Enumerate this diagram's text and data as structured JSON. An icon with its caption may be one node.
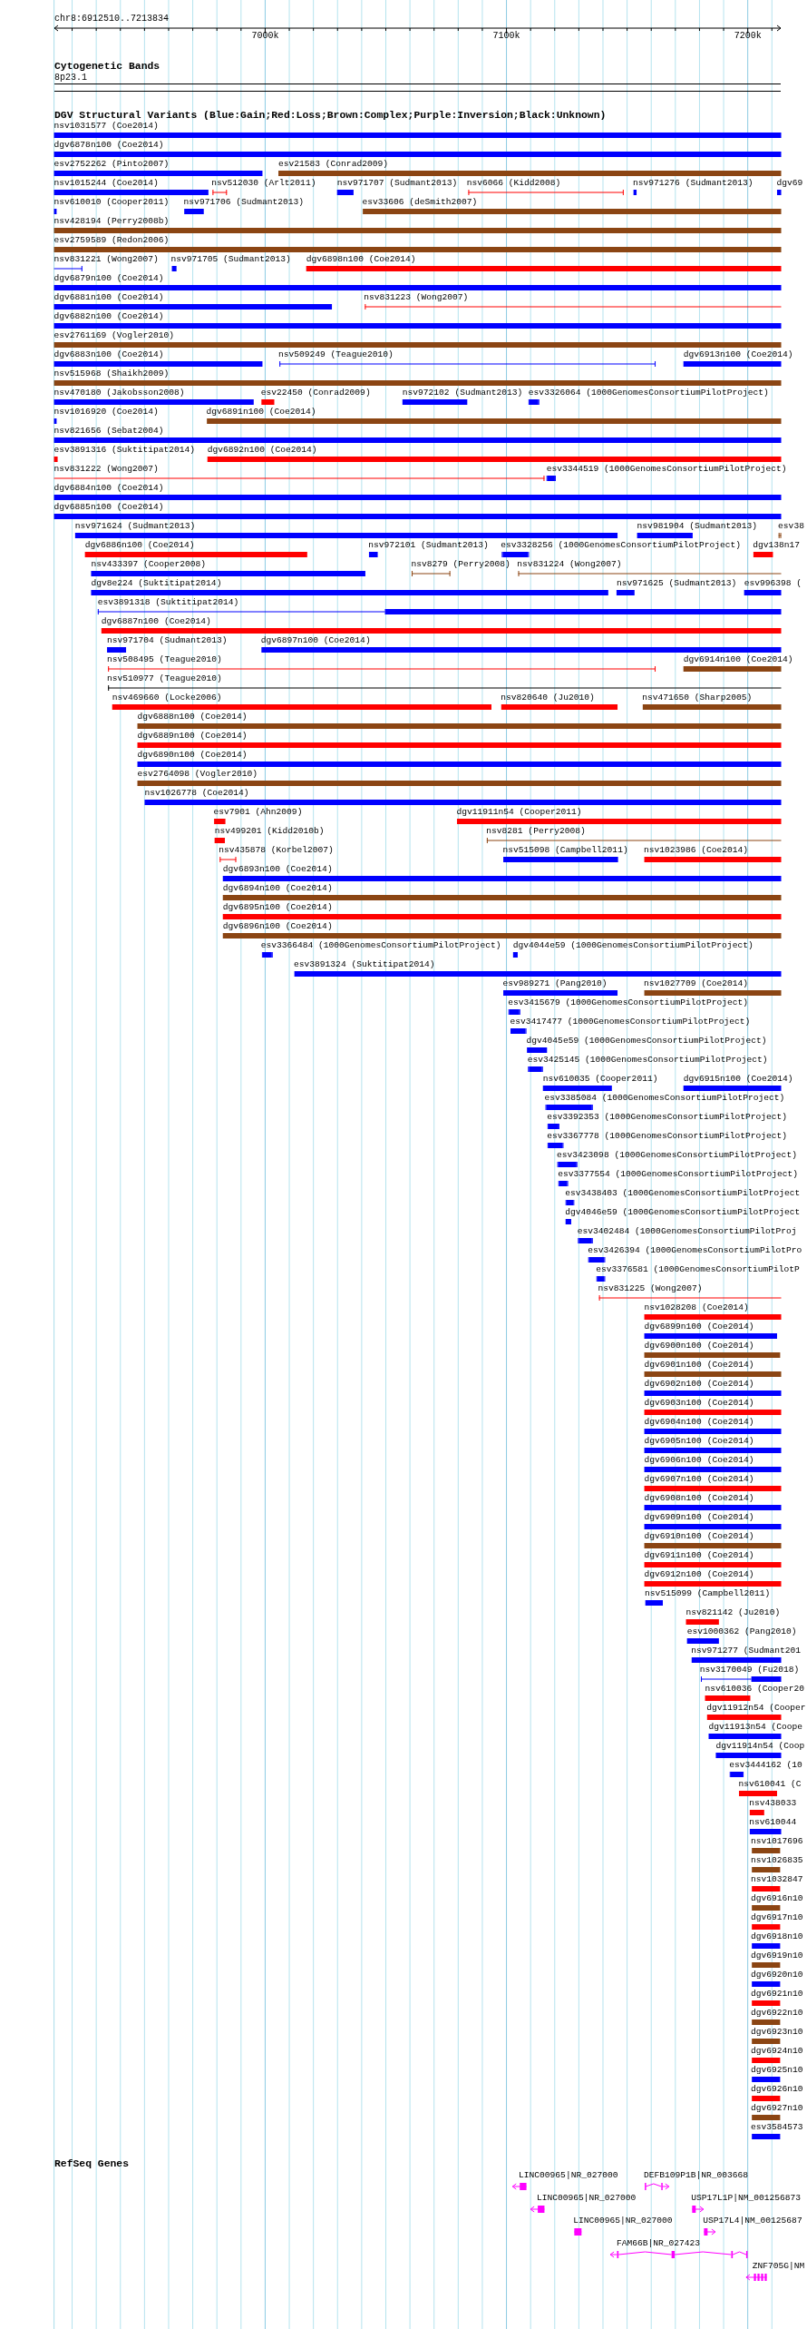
{
  "diagram": {
    "labels": [
      "chr8:6912510..7213834",
      "7000k",
      "7100k",
      "7200k",
      "Cytogenetic Bands",
      "8p23.1",
      "DGV Structural Variants (Blue:Gain;Red:Loss;Brown:Complex;Purple:Inversion;Black:Unknown)",
      "nsv1031577 (Coe2014)",
      "dgv6878n100 (Coe2014)",
      "esv2752262 (Pinto2007)",
      "esv21583 (Conrad2009)",
      "nsv1015244 (Coe2014)",
      "nsv512030 (Arlt2011)",
      "nsv971707 (Sudmant2013)",
      "nsv6066 (Kidd2008)",
      "nsv971276 (Sudmant2013)",
      "dgv69",
      "nsv610010 (Cooper2011)",
      "nsv971706 (Sudmant2013)",
      "esv33606 (deSmith2007)",
      "nsv428194 (Perry2008b)",
      "esv2759589 (Redon2006)",
      "nsv831221 (Wong2007)",
      "nsv971705 (Sudmant2013)",
      "dgv6898n100 (Coe2014)",
      "dgv6879n100 (Coe2014)",
      "dgv6881n100 (Coe2014)",
      "nsv831223 (Wong2007)",
      "dgv6882n100 (Coe2014)",
      "esv2761169 (Vogler2010)",
      "dgv6883n100 (Coe2014)",
      "nsv509249 (Teague2010)",
      "dgv6913n100 (Coe2014)",
      "nsv515968 (Shaikh2009)",
      "nsv470180 (Jakobsson2008)",
      "esv22450 (Conrad2009)",
      "nsv972102 (Sudmant2013)",
      "esv3326064 (1000GenomesConsortiumPilotProject)",
      "nsv1016920 (Coe2014)",
      "dgv6891n100 (Coe2014)",
      "nsv821656 (Sebat2004)",
      "esv3891316 (Suktitipat2014)",
      "dgv6892n100 (Coe2014)",
      "nsv831222 (Wong2007)",
      "esv3344519 (1000GenomesConsortiumPilotProject)",
      "dgv6884n100 (Coe2014)",
      "dgv6885n100 (Coe2014)",
      "nsv971624 (Sudmant2013)",
      "nsv981904 (Sudmant2013)",
      "esv38",
      "dgv6886n100 (Coe2014)",
      "nsv972101 (Sudmant2013)",
      "esv3328256 (1000GenomesConsortiumPilotProject)",
      "dgv138n17",
      "nsv433397 (Cooper2008)",
      "nsv8279 (Perry2008)",
      "nsv831224 (Wong2007)",
      "dgv8e224 (Suktitipat2014)",
      "nsv971625 (Sudmant2013)",
      "esv996398 (",
      "esv3891318 (Suktitipat2014)",
      "dgv6887n100 (Coe2014)",
      "nsv971704 (Sudmant2013)",
      "dgv6897n100 (Coe2014)",
      "nsv508495 (Teague2010)",
      "dgv6914n100 (Coe2014)",
      "nsv510977 (Teague2010)",
      "nsv469660 (Locke2006)",
      "nsv820640 (Ju2010)",
      "nsv471650 (Sharp2005)",
      "dgv6888n100 (Coe2014)",
      "dgv6889n100 (Coe2014)",
      "dgv6890n100 (Coe2014)",
      "esv2764098 (Vogler2010)",
      "nsv1026778 (Coe2014)",
      "esv7901 (Ahn2009)",
      "dgv11911n54 (Cooper2011)",
      "nsv499201 (Kidd2010b)",
      "nsv8281 (Perry2008)",
      "nsv435878 (Korbel2007)",
      "nsv515098 (Campbell2011)",
      "nsv1023986 (Coe2014)",
      "dgv6893n100 (Coe2014)",
      "dgv6894n100 (Coe2014)",
      "dgv6895n100 (Coe2014)",
      "dgv6896n100 (Coe2014)",
      "esv3366484 (1000GenomesConsortiumPilotProject)",
      "dgv4044e59 (1000GenomesConsortiumPilotProject)",
      "esv3891324 (Suktitipat2014)",
      "esv989271 (Pang2010)",
      "nsv1027709 (Coe2014)",
      "esv3415679 (1000GenomesConsortiumPilotProject)",
      "esv3417477 (1000GenomesConsortiumPilotProject)",
      "dgv4045e59 (1000GenomesConsortiumPilotProject)",
      "esv3425145 (1000GenomesConsortiumPilotProject)",
      "nsv610035 (Cooper2011)",
      "dgv6915n100 (Coe2014)",
      "esv3385084 (1000GenomesConsortiumPilotProject)",
      "esv3392353 (1000GenomesConsortiumPilotProject)",
      "esv3367778 (1000GenomesConsortiumPilotProject)",
      "esv3423098 (1000GenomesConsortiumPilotProject)",
      "esv3377554 (1000GenomesConsortiumPilotProject)",
      "esv3438403 (1000GenomesConsortiumPilotProject",
      "dgv4046e59 (1000GenomesConsortiumPilotProject",
      "esv3402484 (1000GenomesConsortiumPilotProj",
      "esv3426394 (1000GenomesConsortiumPilotPro",
      "esv3376581 (1000GenomesConsortiumPilotP",
      "nsv831225 (Wong2007)",
      "nsv1028208 (Coe2014)",
      "dgv6899n100 (Coe2014)",
      "dgv6900n100 (Coe2014)",
      "dgv6901n100 (Coe2014)",
      "dgv6902n100 (Coe2014)",
      "dgv6903n100 (Coe2014)",
      "dgv6904n100 (Coe2014)",
      "dgv6905n100 (Coe2014)",
      "dgv6906n100 (Coe2014)",
      "dgv6907n100 (Coe2014)",
      "dgv6908n100 (Coe2014)",
      "dgv6909n100 (Coe2014)",
      "dgv6910n100 (Coe2014)",
      "dgv6911n100 (Coe2014)",
      "dgv6912n100 (Coe2014)",
      "nsv515099 (Campbell2011)",
      "nsv821142 (Ju2010)",
      "esv1000362 (Pang2010)",
      "nsv971277 (Sudmant201",
      "nsv3170049 (Fu2018)",
      "nsv610036 (Cooper20",
      "dgv11912n54 (Cooper",
      "dgv11913n54 (Coope",
      "dgv11914n54 (Coop",
      "esv3444162 (10",
      "nsv610041 (C",
      "nsv438033",
      "nsv610044",
      "nsv1017696",
      "nsv1026835",
      "nsv1032847",
      "dgv6916n10",
      "dgv6917n10",
      "dgv6918n10",
      "dgv6919n10",
      "dgv6920n10",
      "dgv6921n10",
      "dgv6922n10",
      "dgv6923n10",
      "dgv6924n10",
      "dgv6925n10",
      "dgv6926n10",
      "dgv6927n10",
      "esv3584573",
      "RefSeq Genes",
      "LINC00965|NR_027000",
      "DEFB109P1B|NR_003668",
      "LINC00965|NR_027000",
      "USP17L1P|NM_001256873",
      "LINC00965|NR_027000",
      "USP17L4|NM_00125687",
      "FAM66B|NR_027423",
      "ZNF705G|NM"
    ]
  }
}
